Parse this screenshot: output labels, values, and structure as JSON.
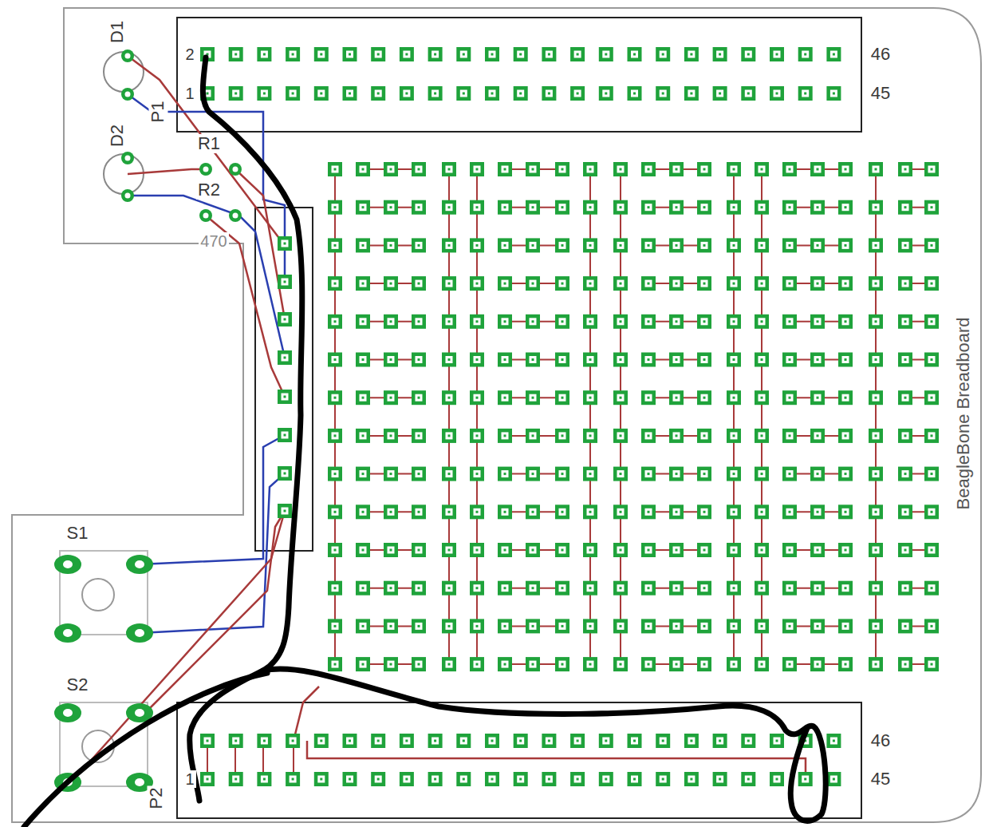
{
  "diagram": {
    "labels": [
      "D1",
      "D2",
      "P1",
      "R1",
      "R2",
      "470",
      "S1",
      "S2",
      "P2",
      "2",
      "1",
      "46",
      "45",
      "1",
      "46",
      "45",
      "BeagleBone Breadboard"
    ]
  }
}
